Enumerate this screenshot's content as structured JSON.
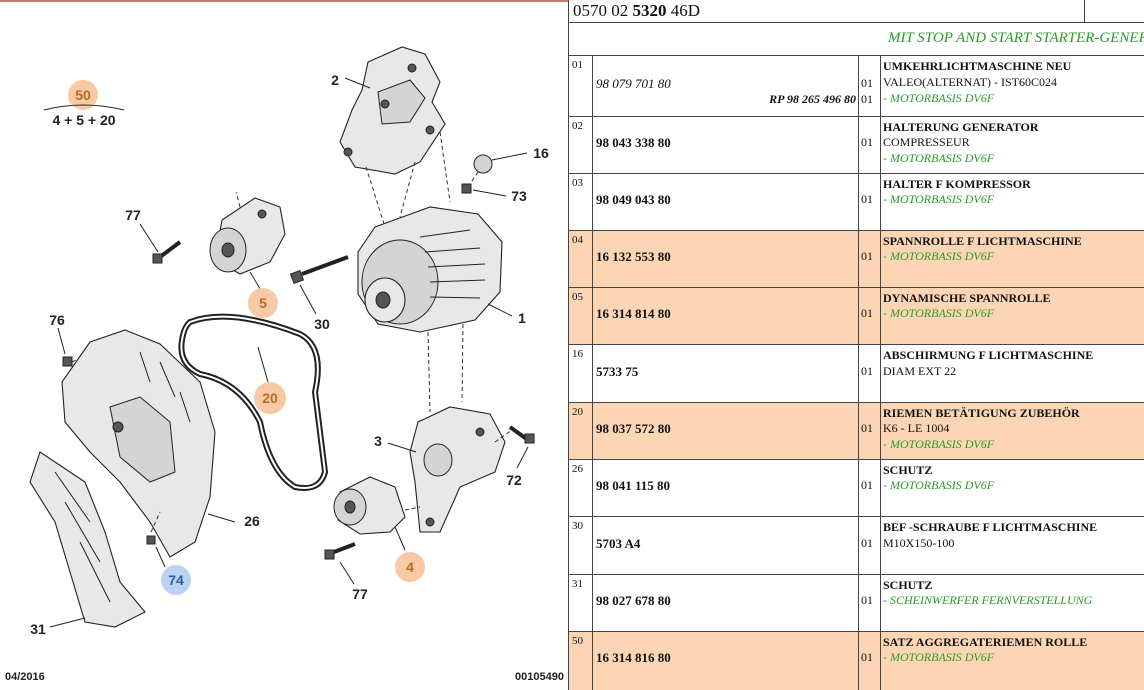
{
  "diagram": {
    "assembly_callout": "50",
    "assembly_formula": "4 + 5 + 20",
    "callouts": {
      "c1": "1",
      "c2": "2",
      "c3": "3",
      "c4": "4",
      "c5": "5",
      "c16": "16",
      "c20": "20",
      "c26": "26",
      "c30": "30",
      "c31": "31",
      "c72": "72",
      "c73": "73",
      "c74": "74",
      "c76": "76",
      "c77a": "77",
      "c77b": "77"
    },
    "footer_date": "04/2016",
    "footer_code": "00105490"
  },
  "panel": {
    "ref_prefix": "0570 02 ",
    "ref_bold": "5320",
    "ref_suffix": " 46D",
    "group_title": "MIT STOP AND START STARTER-GENERATOR"
  },
  "rows": [
    {
      "num": "01",
      "ref": "98 079 701 80",
      "rp": "RP 98 265 496 80",
      "qty": "01",
      "qty2": "01",
      "title": "UMKEHRLICHTMASCHINE NEU",
      "line": "VALEO(ALTERNAT) - IST60C024",
      "green": "- MOTORBASIS DV6F"
    },
    {
      "num": "02",
      "ref": "98 043 338 80",
      "qty": "01",
      "title": "HALTERUNG GENERATOR",
      "line": "COMPRESSEUR",
      "green": "- MOTORBASIS DV6F"
    },
    {
      "num": "03",
      "ref": "98 049 043 80",
      "qty": "01",
      "title": "HALTER F KOMPRESSOR",
      "green": "- MOTORBASIS DV6F"
    },
    {
      "num": "04",
      "ref": "16 132 553 80",
      "qty": "01",
      "title": "SPANNROLLE F LICHTMASCHINE",
      "green": "- MOTORBASIS DV6F"
    },
    {
      "num": "05",
      "ref": "16 314 814 80",
      "qty": "01",
      "title": "DYNAMISCHE SPANNROLLE",
      "green": "- MOTORBASIS DV6F"
    },
    {
      "num": "16",
      "ref": "5733 75",
      "qty": "01",
      "title": "ABSCHIRMUNG F LICHTMASCHINE",
      "line": "DIAM EXT 22"
    },
    {
      "num": "20",
      "ref": "98 037 572 80",
      "qty": "01",
      "title": "RIEMEN BETÄTIGUNG ZUBEHÖR",
      "line": "K6 - LE 1004",
      "green": "- MOTORBASIS DV6F"
    },
    {
      "num": "26",
      "ref": "98 041 115 80",
      "qty": "01",
      "title": "SCHUTZ",
      "green": "- MOTORBASIS DV6F"
    },
    {
      "num": "30",
      "ref": "5703 A4",
      "qty": "01",
      "title": "BEF -SCHRAUBE F LICHTMASCHINE",
      "line": "M10X150-100"
    },
    {
      "num": "31",
      "ref": "98 027 678 80",
      "qty": "01",
      "title": "SCHUTZ",
      "green": "- SCHEINWERFER FERNVERSTELLUNG"
    },
    {
      "num": "50",
      "ref": "16 314 816 80",
      "qty": "01",
      "title": "SATZ AGGREGATERIEMEN ROLLE",
      "green": "- MOTORBASIS DV6F"
    }
  ]
}
